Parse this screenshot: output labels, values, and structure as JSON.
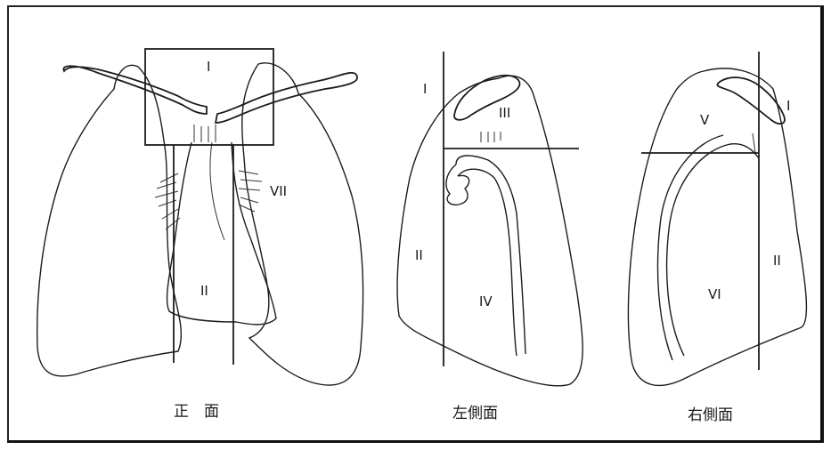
{
  "captions": {
    "front": "正　面",
    "left_side": "左側面",
    "right_side": "右側面"
  },
  "front_labels": {
    "upper": "I",
    "middle": "II",
    "right": "VII"
  },
  "left_labels": {
    "top_left": "I",
    "top_inner": "III",
    "side": "II",
    "lower": "IV"
  },
  "right_labels": {
    "top_right": "I",
    "top_inner": "V",
    "side": "II",
    "lower": "VI"
  }
}
